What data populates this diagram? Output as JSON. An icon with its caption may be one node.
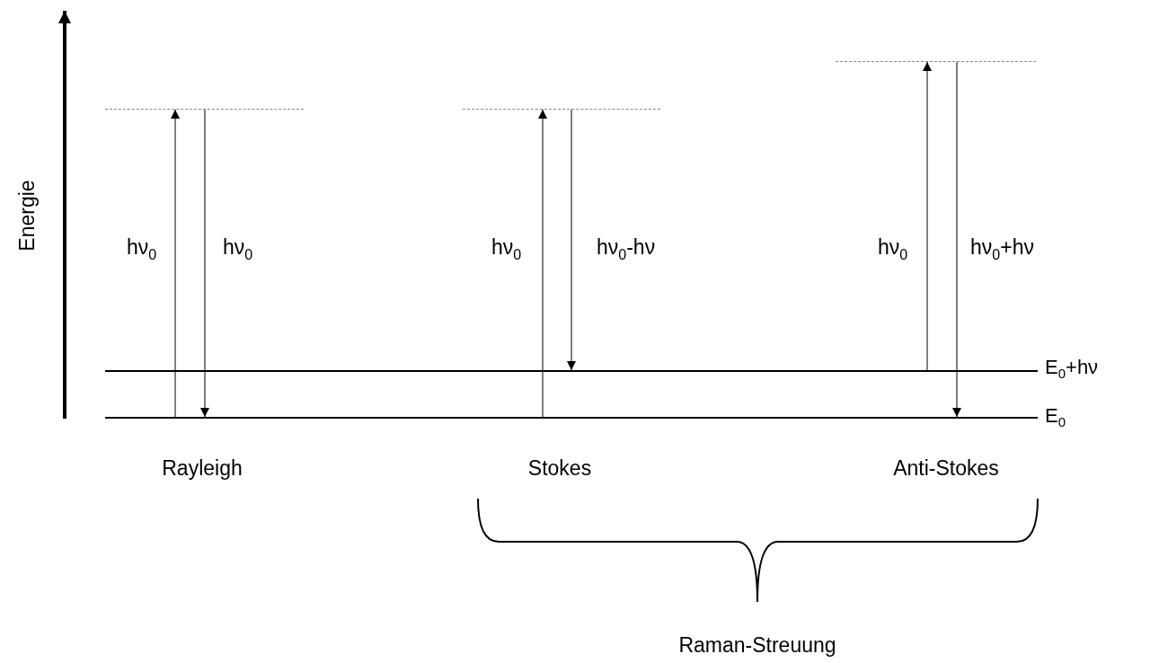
{
  "diagram": {
    "nodes": [
      {
        "text": [],
        "shape": "bar",
        "beside": [
          "E$_{0}$+hν"
        ]
      },
      {
        "text": [],
        "shape": "bar",
        "beside": [
          "E$_{0}$"
        ]
      },
      {
        "text": [],
        "shape": "bar"
      },
      {
        "text": [],
        "shape": "bar"
      },
      {
        "text": [],
        "shape": "bar"
      }
    ],
    "edges": [
      {
        "from": 1,
        "to": 2,
        "arrow": "to",
        "label": "hν$_{0}$"
      },
      {
        "from": 2,
        "to": 1,
        "arrow": "to",
        "label": "hν$_{0}$"
      },
      {
        "from": 1,
        "to": 3,
        "arrow": "to",
        "label": "hν$_{0}$"
      },
      {
        "from": 3,
        "to": 0,
        "arrow": "to",
        "label": "hν$_{0}$-hν"
      },
      {
        "from": 0,
        "to": 4,
        "arrow": "to",
        "label": "hν$_{0}$"
      },
      {
        "from": 4,
        "to": 1,
        "arrow": "to",
        "label": "hν$_{0}$+hν"
      }
    ],
    "labels": [
      "Energie",
      "Rayleigh",
      "Stokes",
      "Anti-Stokes",
      "Raman-Streuung"
    ]
  }
}
